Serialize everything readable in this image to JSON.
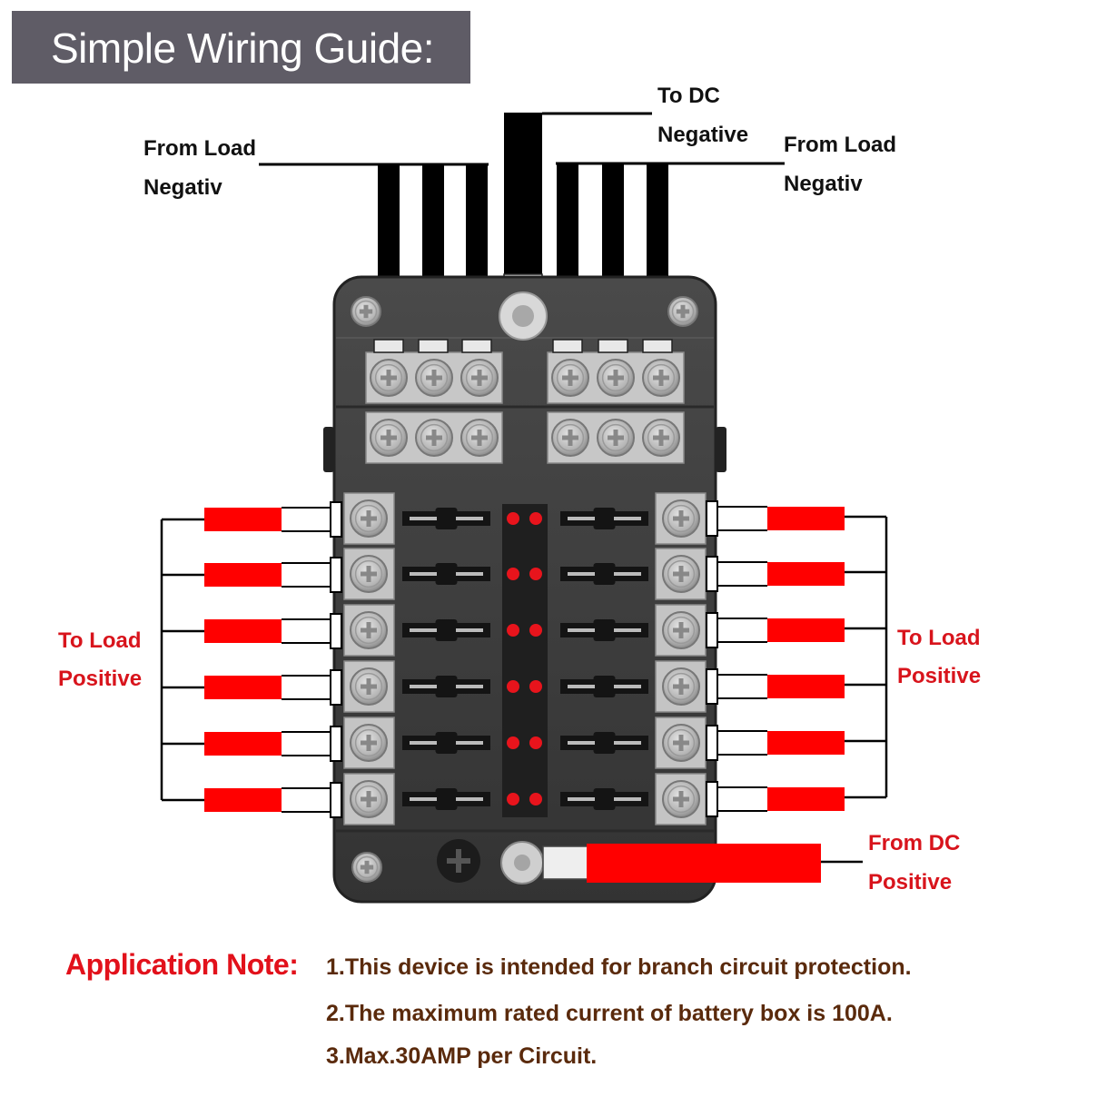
{
  "title": "Simple Wiring Guide:",
  "labels": {
    "from_load_negative_left": [
      "From Load",
      "Negativ"
    ],
    "to_dc_negative": [
      "To DC",
      "Negative"
    ],
    "from_load_negative_right": [
      "From Load",
      "Negativ"
    ],
    "to_load_positive_left": [
      "To Load",
      "Positive"
    ],
    "to_load_positive_right": [
      "To Load",
      "Positive"
    ],
    "from_dc_positive": [
      "From DC",
      "Positive"
    ]
  },
  "device": {
    "name": "12-way blade fuse box",
    "fuse_rows": 6,
    "fuse_columns": 2,
    "negative_terminals": 12,
    "led_indicators": 12,
    "colors": {
      "housing": "#3a3a3a",
      "terminal": "#bdbdbd",
      "positive_wire": "#ff0000",
      "negative_wire": "#000000",
      "led": "#e8141c"
    }
  },
  "application_note": {
    "heading": "Application Note:",
    "items": [
      "1.This device is intended for branch circuit protection.",
      "2.The maximum rated current of battery box is 100A.",
      "3.Max.30AMP per Circuit."
    ]
  }
}
